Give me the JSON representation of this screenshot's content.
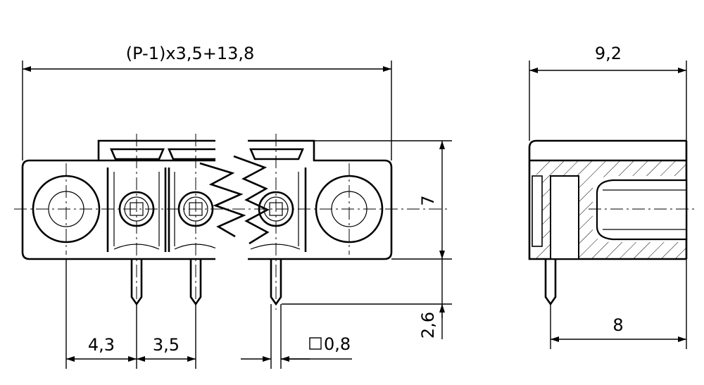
{
  "dimensions": {
    "overall_length": "(P-1)x3,5+13,8",
    "side_width": "9,2",
    "height": "7",
    "pin_length": "2,6",
    "pin_cross_section": "0,8",
    "flange_to_first_pin": "4,3",
    "pitch": "3,5",
    "side_depth": "8"
  },
  "symbols": {
    "square_section": "square-section-icon"
  }
}
